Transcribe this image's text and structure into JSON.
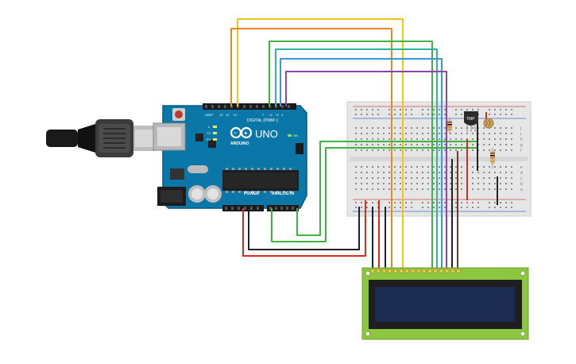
{
  "arduino": {
    "brand": "ARDUINO",
    "model": "UNO",
    "header_digital": "DIGITAL (PWM~)",
    "header_power": "POWER",
    "header_analog": "ANALOG IN",
    "led_on": "ON",
    "led_l": "L",
    "led_tx": "TX",
    "led_rx": "RX"
  },
  "sensor": {
    "label": "TMP"
  },
  "breadboard": {
    "row_letters_top": [
      "j",
      "i",
      "h",
      "g",
      "f"
    ],
    "row_letters_bottom": [
      "e",
      "d",
      "c",
      "b",
      "a"
    ]
  },
  "wire_colors": {
    "yellow": "#f0c419",
    "orange": "#e8891c",
    "green": "#3fb43f",
    "teal": "#2fb59e",
    "blue": "#3a9ad9",
    "purple": "#8e44ad",
    "red": "#d62d20",
    "black": "#222222"
  },
  "colors": {
    "board_blue": "#0b77a8",
    "lcd_green": "#8dc63f",
    "lcd_screen": "#1b2b52",
    "breadboard": "#e6e6e6"
  }
}
